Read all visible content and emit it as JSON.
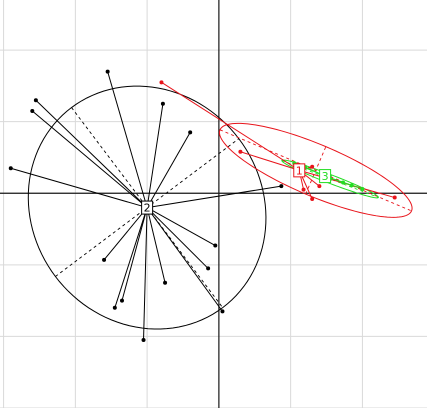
{
  "chart_data": {
    "type": "scatter",
    "title": "",
    "xlabel": "",
    "ylabel": "",
    "xlim": [
      -3.05,
      2.9
    ],
    "ylim": [
      -3.0,
      2.7
    ],
    "grid": true,
    "origin_axes": true,
    "groups": [
      {
        "label": "2",
        "color": "#000000",
        "centroid": [
          -1.0,
          -0.2
        ],
        "ellipse": {
          "center": [
            -1.0,
            -0.2
          ],
          "semi_major": 1.75,
          "semi_minor": 1.6,
          "angle_deg": -53
        },
        "points": [
          [
            -1.55,
            1.7
          ],
          [
            -2.55,
            1.3
          ],
          [
            -2.6,
            1.15
          ],
          [
            -2.9,
            0.35
          ],
          [
            -0.78,
            1.25
          ],
          [
            -0.4,
            0.85
          ],
          [
            0.87,
            0.1
          ],
          [
            -0.05,
            -0.73
          ],
          [
            -1.6,
            -0.93
          ],
          [
            -0.15,
            -1.05
          ],
          [
            -0.75,
            -1.25
          ],
          [
            -1.35,
            -1.5
          ],
          [
            -1.45,
            -1.6
          ],
          [
            0.05,
            -1.65
          ],
          [
            -1.05,
            -2.05
          ]
        ]
      },
      {
        "label": "1",
        "color": "#e8141b",
        "centroid": [
          1.12,
          0.32
        ],
        "ellipse": {
          "center": [
            1.35,
            0.32
          ],
          "semi_major": 1.45,
          "semi_minor": 0.36,
          "angle_deg": -23
        },
        "points": [
          [
            -0.8,
            1.55
          ],
          [
            0.3,
            0.58
          ],
          [
            1.1,
            0.4
          ],
          [
            1.3,
            0.37
          ],
          [
            1.18,
            0.05
          ],
          [
            1.4,
            0.1
          ],
          [
            1.3,
            -0.08
          ],
          [
            2.45,
            -0.06
          ]
        ]
      },
      {
        "label": "3",
        "color": "#22dd22",
        "centroid": [
          1.48,
          0.24
        ],
        "ellipse": {
          "center": [
            1.55,
            0.2
          ],
          "semi_major": 0.72,
          "semi_minor": 0.06,
          "angle_deg": -21
        },
        "points": [
          [
            1.05,
            0.42
          ],
          [
            1.2,
            0.37
          ],
          [
            1.55,
            0.2
          ],
          [
            1.73,
            0.15
          ],
          [
            1.85,
            0.11
          ],
          [
            2.0,
            0.06
          ]
        ]
      }
    ]
  }
}
